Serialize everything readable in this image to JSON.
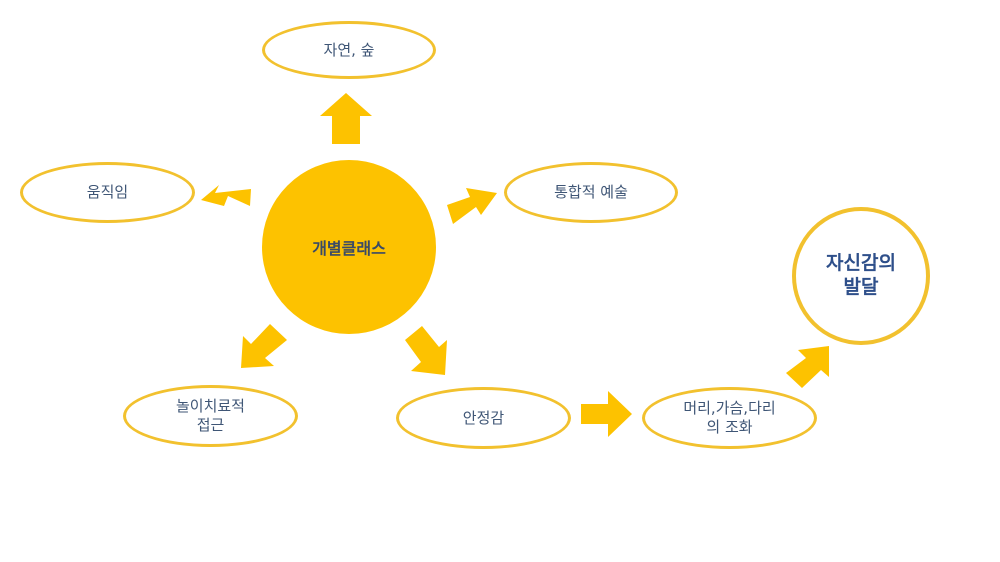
{
  "diagram": {
    "center_label": "개별클래스",
    "nodes": {
      "nature": "자연, 숲",
      "movement": "움직임",
      "integrated_art": "통합적 예술",
      "play_therapy_line1": "놀이치료적",
      "play_therapy_line2": "접근",
      "stability": "안정감",
      "harmony_line1": "머리,가슴,다리",
      "harmony_line2": "의 조화"
    },
    "goal": {
      "line1": "자신감의",
      "line2": "발달"
    }
  },
  "colors": {
    "center_fill": "#FDC200",
    "arrow_fill": "#FDC200",
    "ellipse_border": "#F2C12E",
    "text": "#3F5676",
    "goal_text": "#2E4F8A"
  }
}
